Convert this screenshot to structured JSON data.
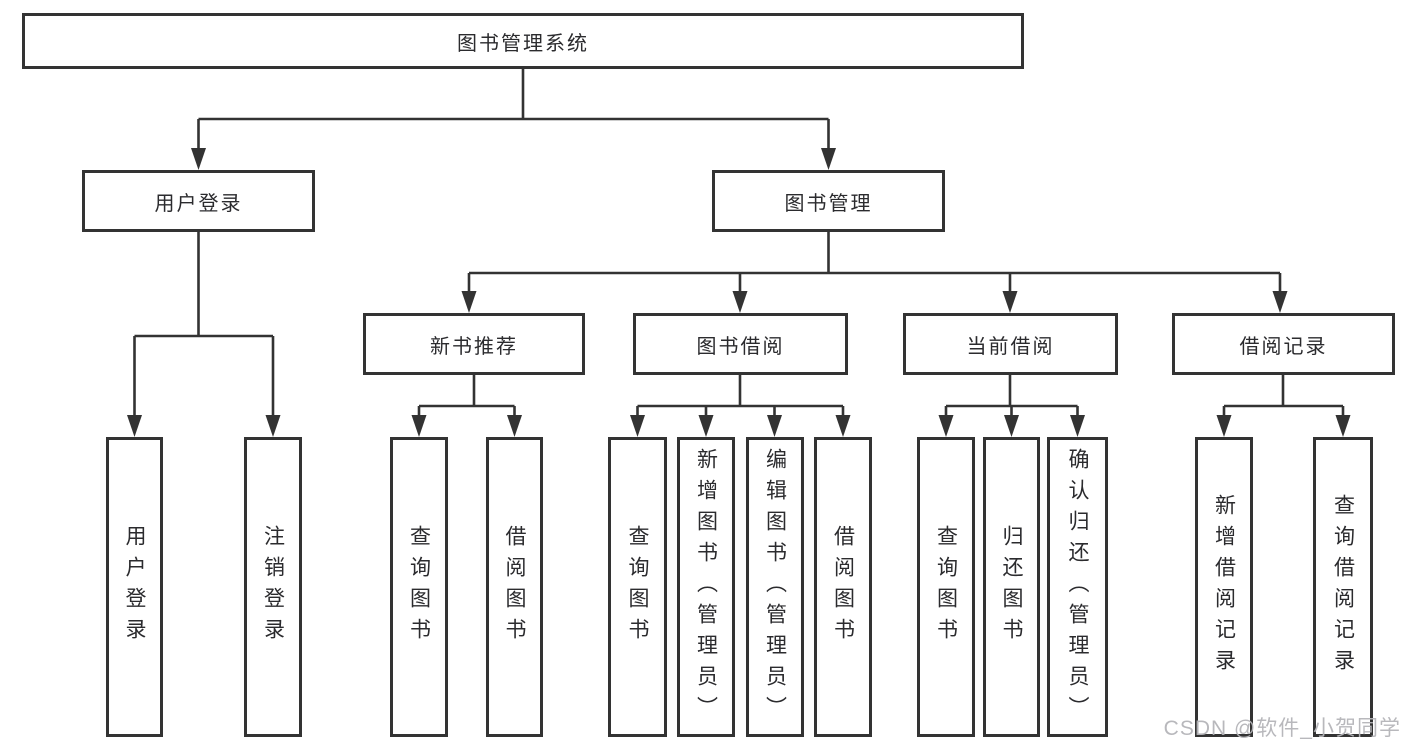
{
  "diagram": {
    "root": {
      "label": "图书管理系统"
    },
    "branches": [
      {
        "label": "用户登录",
        "children": [
          {
            "label": "用户登录"
          },
          {
            "label": "注销登录"
          }
        ]
      },
      {
        "label": "图书管理",
        "children": [
          {
            "label": "新书推荐",
            "children": [
              {
                "label": "查询图书"
              },
              {
                "label": "借阅图书"
              }
            ]
          },
          {
            "label": "图书借阅",
            "children": [
              {
                "label": "查询图书"
              },
              {
                "label": "新增图书（管理员）"
              },
              {
                "label": "编辑图书（管理员）"
              },
              {
                "label": "借阅图书"
              }
            ]
          },
          {
            "label": "当前借阅",
            "children": [
              {
                "label": "查询图书"
              },
              {
                "label": "归还图书"
              },
              {
                "label": "确认归还（管理员）"
              }
            ]
          },
          {
            "label": "借阅记录",
            "children": [
              {
                "label": "新增借阅记录"
              },
              {
                "label": "查询借阅记录"
              }
            ]
          }
        ]
      }
    ]
  },
  "watermark": {
    "text": "CSDN @软件_小贺同学"
  },
  "colors": {
    "line": "#333333",
    "box_border": "#333333",
    "box_fill": "#ffffff",
    "text": "#2b2b2e",
    "watermark": "#b5b5b9"
  }
}
